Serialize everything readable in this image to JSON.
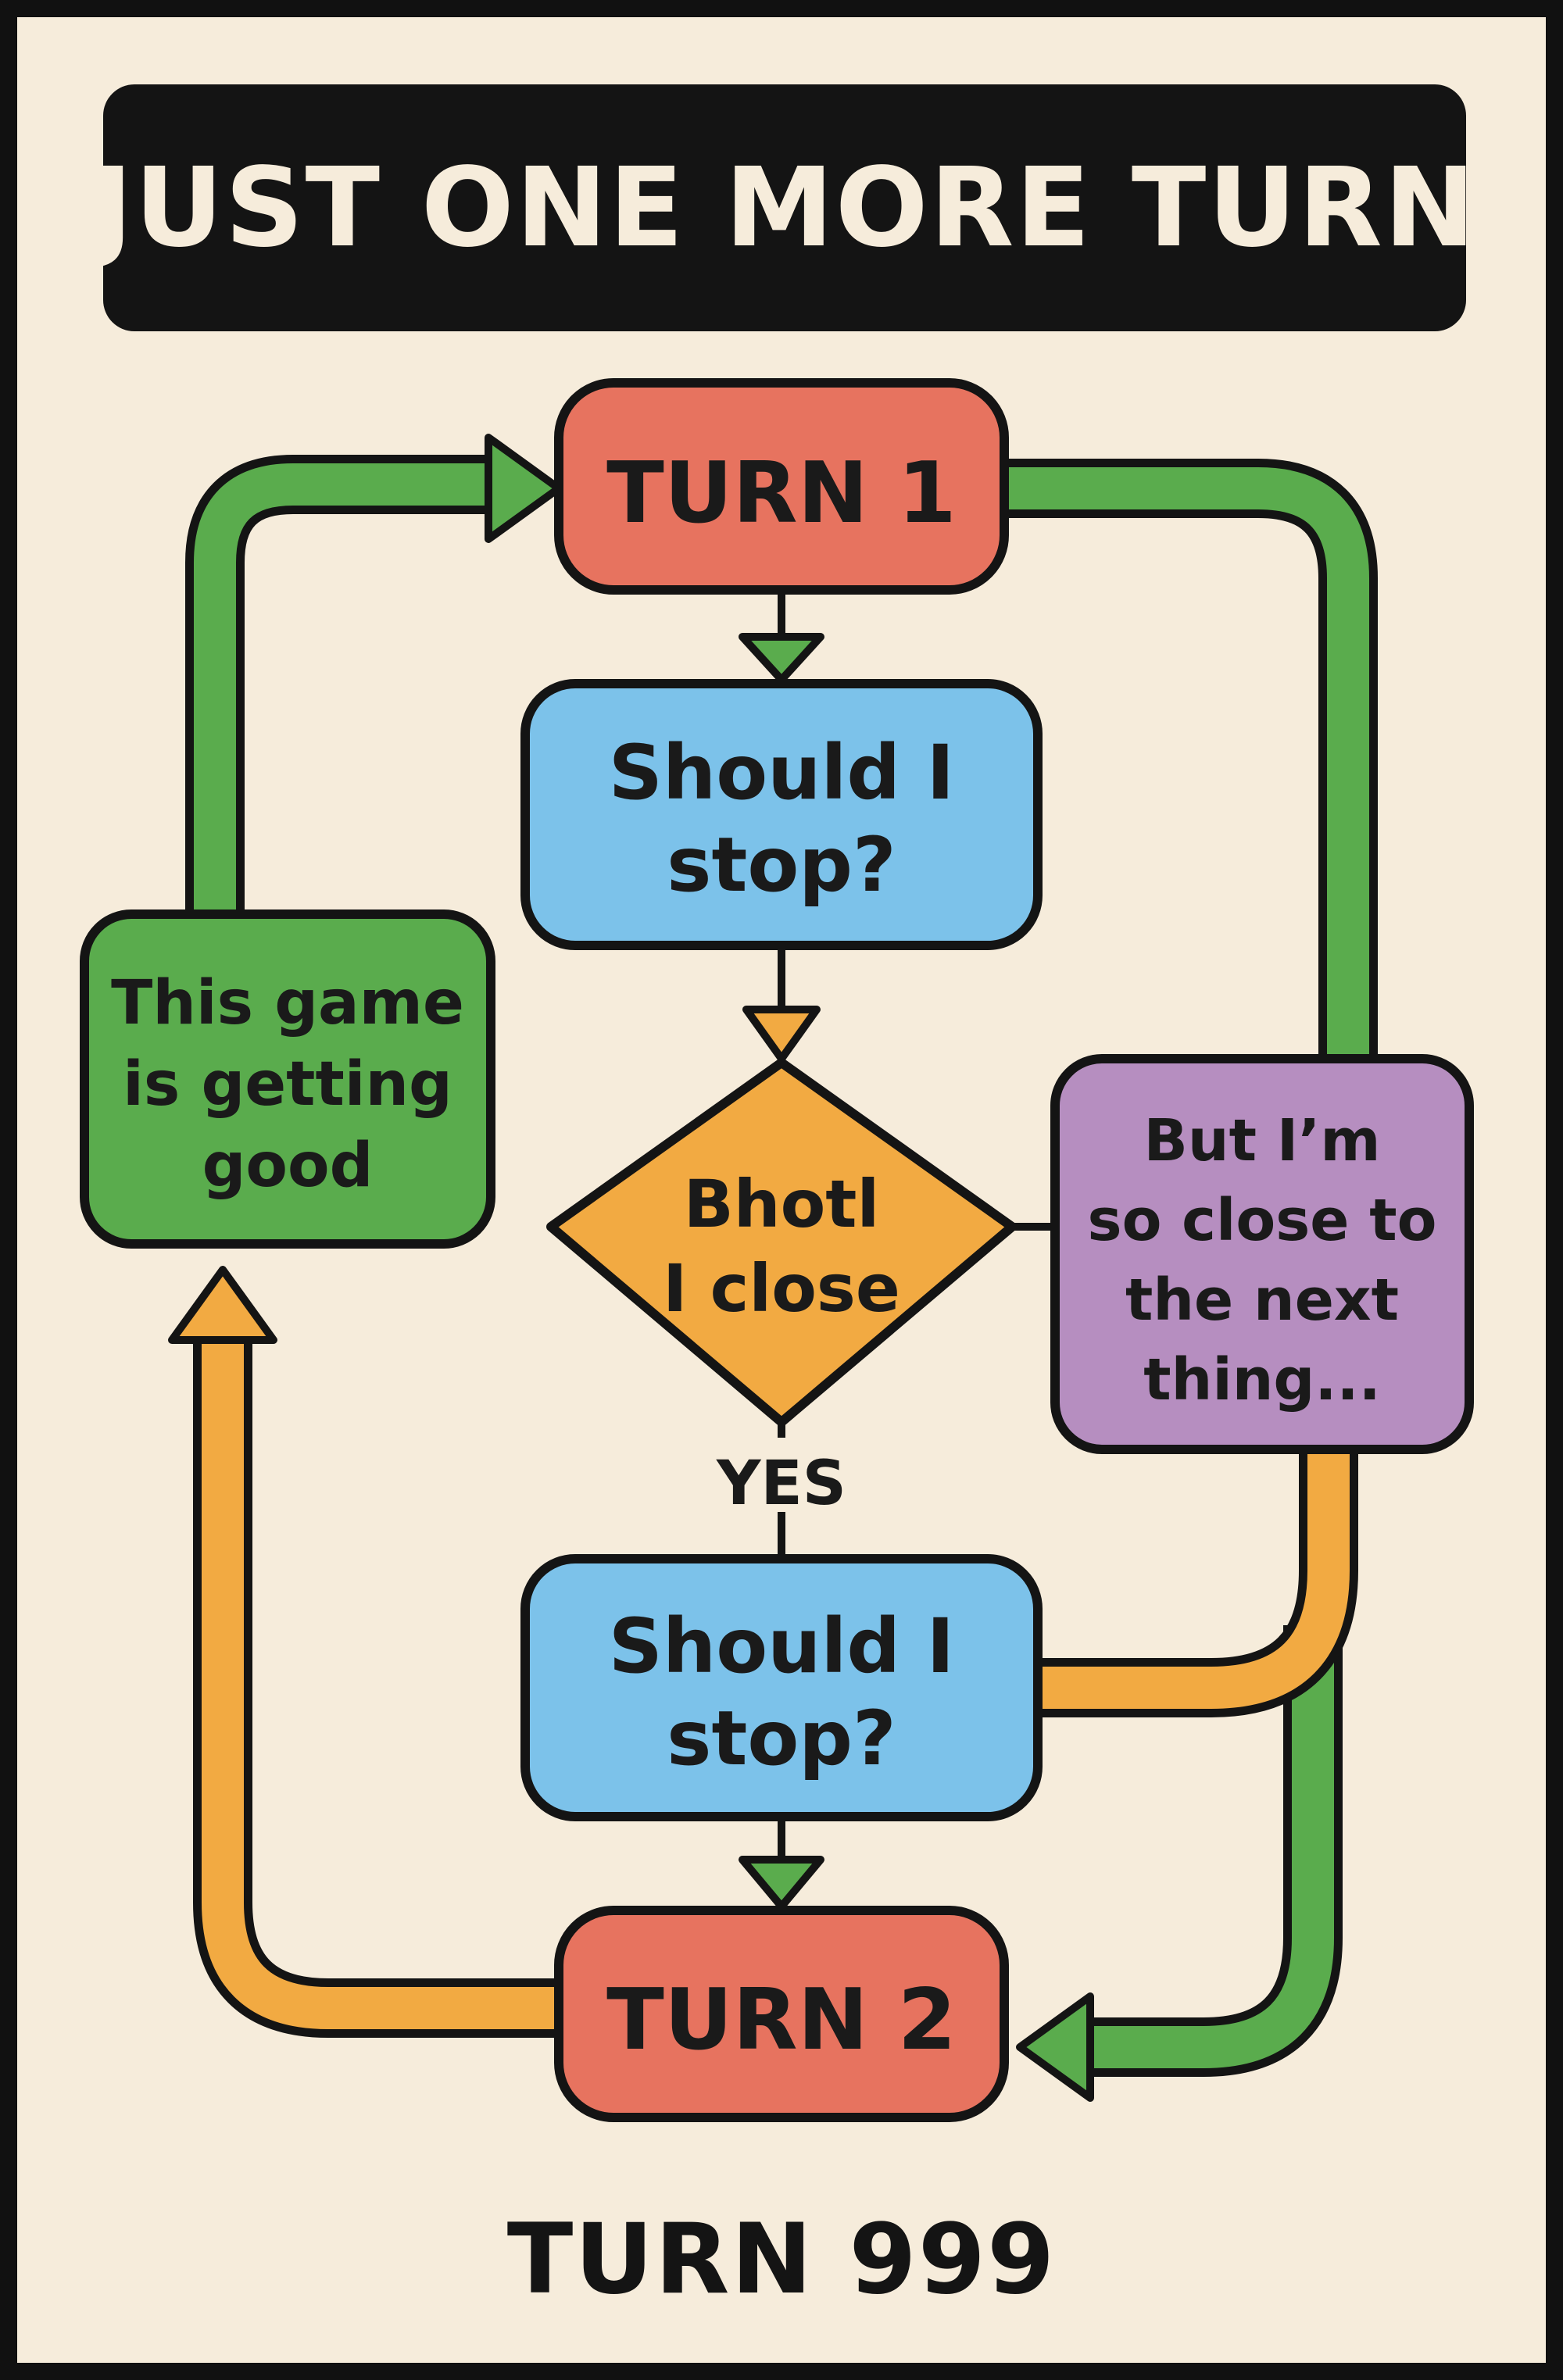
{
  "title": "JUST ONE MORE TURN",
  "nodes": {
    "turn1": {
      "label": "TURN 1"
    },
    "stop_top": {
      "lines": [
        "Should I",
        "stop?"
      ]
    },
    "decision": {
      "lines": [
        "Bhotl",
        "I close"
      ]
    },
    "yes_label": "YES",
    "stop_bottom": {
      "lines": [
        "Should I",
        "stop?"
      ]
    },
    "turn2": {
      "label": "TURN 2"
    },
    "getting_good": {
      "lines": [
        "This game",
        "is getting",
        "good"
      ]
    },
    "so_close": {
      "lines": [
        "But I’m",
        "so close to",
        "the next",
        "thing..."
      ]
    }
  },
  "footer": "TURN 999",
  "colors": {
    "background": "#f6ecdb",
    "outline": "#141414",
    "turn": "#e7735f",
    "question": "#7cc2ea",
    "decision": "#f2aa42",
    "green": "#5aac4d",
    "purple": "#b68ec0",
    "orange": "#f2aa42"
  }
}
